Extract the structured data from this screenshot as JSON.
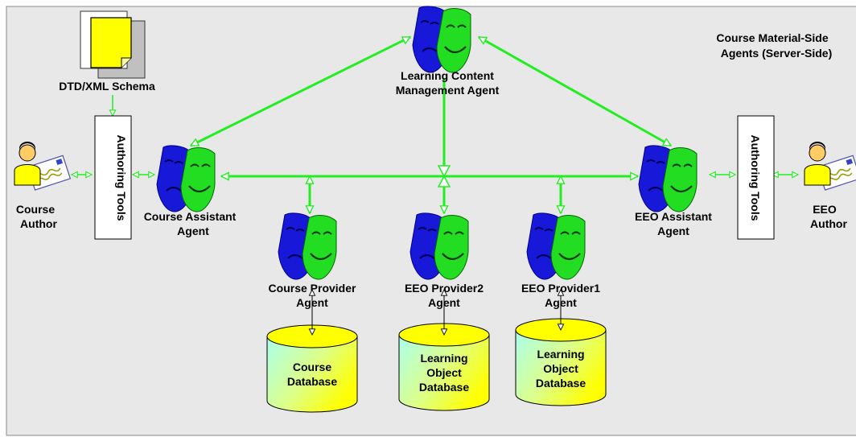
{
  "header": {
    "title_line1": "Course Material-Side",
    "title_line2": "Agents (Server-Side)"
  },
  "nodes": {
    "lcma": {
      "line1": "Learning Content",
      "line2": "Management Agent"
    },
    "course_assistant": {
      "line1": "Course Assistant",
      "line2": "Agent"
    },
    "eeo_assistant": {
      "line1": "EEO Assistant",
      "line2": "Agent"
    },
    "course_provider": {
      "line1": "Course Provider",
      "line2": "Agent"
    },
    "eeo_provider2": {
      "line1": "EEO Provider2",
      "line2": "Agent"
    },
    "eeo_provider1": {
      "line1": "EEO Provider1",
      "line2": "Agent"
    }
  },
  "documents": {
    "schema": {
      "label": "DTD/XML Schema"
    }
  },
  "tools": {
    "left": {
      "label": "Authoring Tools"
    },
    "right": {
      "label": "Authoring Tools"
    }
  },
  "people": {
    "course_author": {
      "line1": "Course",
      "line2": "Author"
    },
    "eeo_author": {
      "line1": "EEO",
      "line2": "Author"
    }
  },
  "databases": {
    "course": {
      "line1": "Course",
      "line2": "Database"
    },
    "lo2": {
      "line1": "Learning",
      "line2": "Object",
      "line3": "Database"
    },
    "lo1": {
      "line1": "Learning",
      "line2": "Object",
      "line3": "Database"
    }
  },
  "colors": {
    "frame_bg": "#e8e8e8",
    "connector": "#22ee22",
    "mask_blue": "#1818d8",
    "mask_green": "#22dd22",
    "db_yellow": "#ffff00",
    "db_cyan": "#aaffdd",
    "doc_yellow": "#ffff00"
  },
  "icons": [
    "theater-masks-icon",
    "database-cylinder-icon",
    "document-icon",
    "person-with-card-icon"
  ]
}
